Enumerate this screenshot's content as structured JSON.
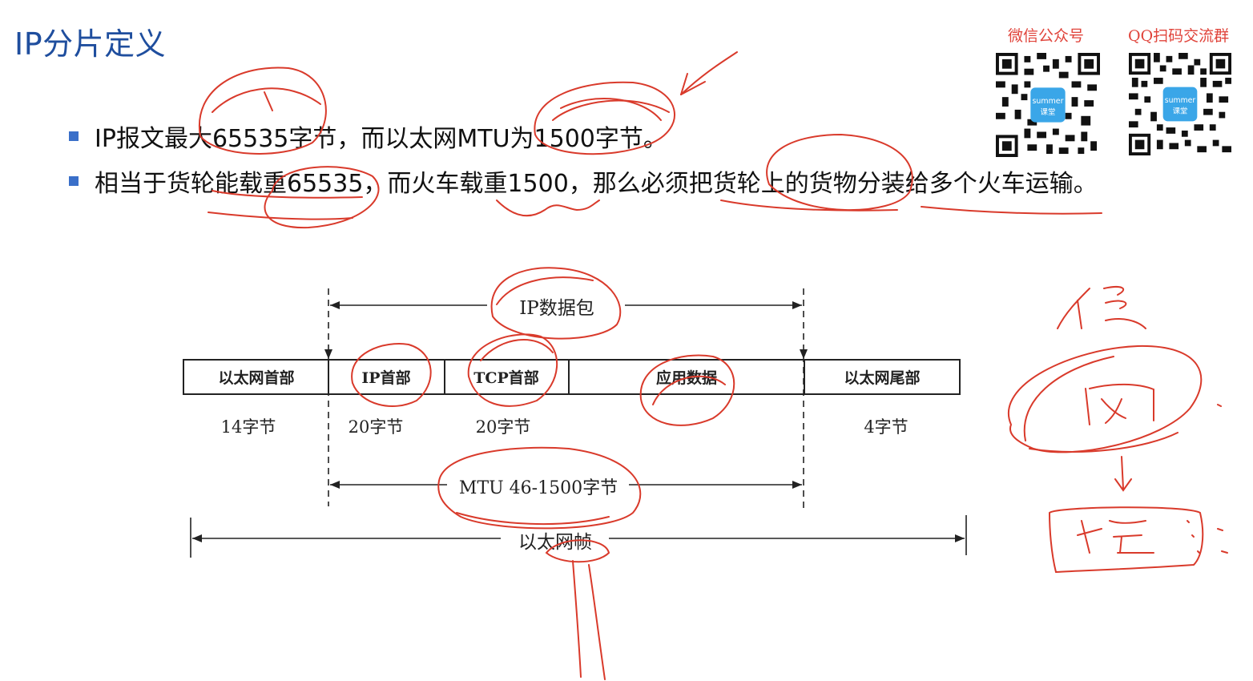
{
  "title": "IP分片定义",
  "qr": {
    "wechat_label": "微信公众号",
    "qq_label": "QQ扫码交流群",
    "wechat_badge": "summer",
    "qq_badge": "summer"
  },
  "bullets": [
    "IP报文最大65535字节，而以太网MTU为1500字节。",
    "相当于货轮能载重65535，而火车载重1500，那么必须把货轮上的货物分装给多个火车运输。"
  ],
  "diagram": {
    "ip_packet_label": "IP数据包",
    "segments": [
      {
        "name": "以太网首部",
        "size": "14字节"
      },
      {
        "name": "IP首部",
        "size": "20字节"
      },
      {
        "name": "TCP首部",
        "size": "20字节"
      },
      {
        "name": "应用数据",
        "size": ""
      },
      {
        "name": "以太网尾部",
        "size": "4字节"
      }
    ],
    "mtu_label": "MTU 46-1500字节",
    "frame_label": "以太网帧"
  },
  "colors": {
    "title": "#1f4e9e",
    "bullet": "#3a6fc9",
    "annotation": "#d93a2b",
    "qr_label": "#e0433a"
  }
}
